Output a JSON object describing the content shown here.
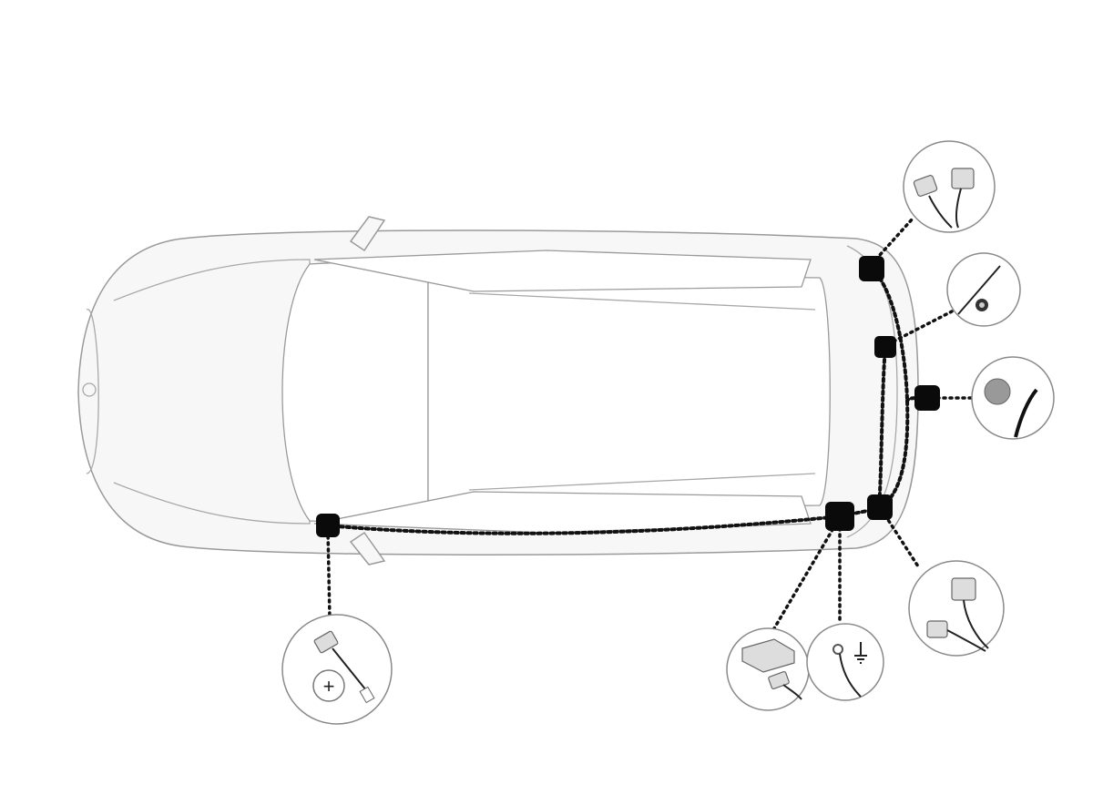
{
  "diagram": {
    "subject": "vehicle-top-view",
    "colors": {
      "wire": "#111111",
      "outline": "#9a9a9a",
      "connector": "#0a0a0a"
    },
    "components": [
      {
        "id": "rear-light-left",
        "icon": "plug-connector-pair-icon"
      },
      {
        "id": "rear-sensor",
        "icon": "cable-with-grommet-icon"
      },
      {
        "id": "tow-socket",
        "icon": "socket-with-cable-icon"
      },
      {
        "id": "rear-light-right",
        "icon": "plug-connector-pair-icon"
      },
      {
        "id": "control-module",
        "icon": "module-box-icon"
      },
      {
        "id": "ground",
        "icon": "ground-ring-terminal-icon"
      },
      {
        "id": "battery-positive",
        "icon": "battery-plus-terminal-icon",
        "symbol": "+"
      }
    ]
  }
}
